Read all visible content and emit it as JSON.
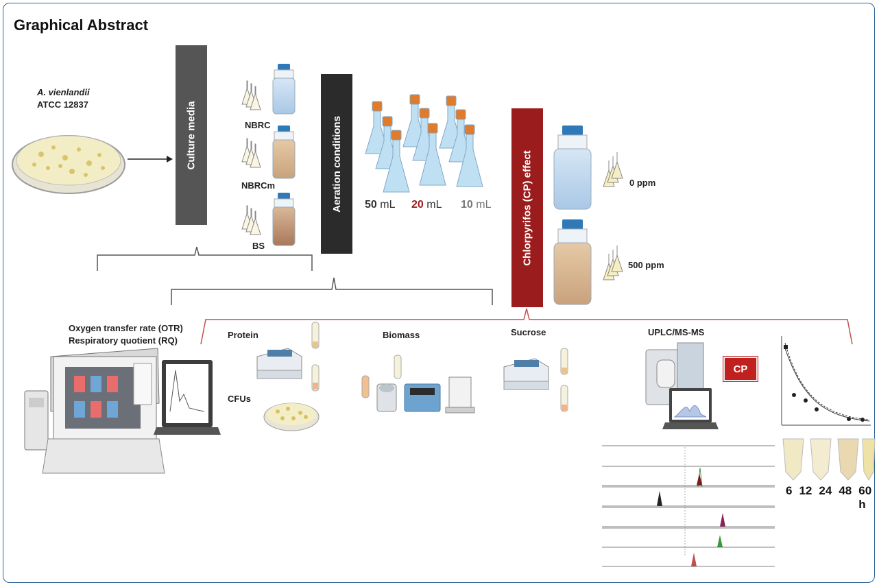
{
  "title": "Graphical Abstract",
  "organism": {
    "name": "A. vienlandii",
    "strain": "ATCC 12837"
  },
  "bars": {
    "culture_media": "Culture media",
    "aeration": "Aeration conditions",
    "chlorpyrifos": "Chlorpyrifos (CP) effect"
  },
  "media": [
    "NBRC",
    "NBRCm",
    "BS"
  ],
  "volumes": [
    {
      "num": "50",
      "unit": " mL",
      "color": "#333333"
    },
    {
      "num": "20",
      "unit": " mL",
      "color": "#9b1c1c"
    },
    {
      "num": "10",
      "unit": " mL",
      "color": "#777777"
    }
  ],
  "doses": [
    "0 ppm",
    "500 ppm"
  ],
  "analyses": {
    "otr": "Oxygen transfer rate (OTR)",
    "rq": "Respiratory quotient (RQ)",
    "protein": "Protein",
    "cfus": "CFUs",
    "biomass": "Biomass",
    "sucrose": "Sucrose",
    "uplc": "UPLC/MS-MS",
    "cp_badge": "CP"
  },
  "time_points": [
    "6",
    "12",
    "24",
    "48",
    "60 h"
  ],
  "colors": {
    "culture_bar": "#555555",
    "aeration_bar": "#2b2b2b",
    "cp_bar": "#9b1c1c",
    "bracket_dark": "#555555",
    "bracket_red": "#c0504d",
    "frame": "#2a6496"
  }
}
